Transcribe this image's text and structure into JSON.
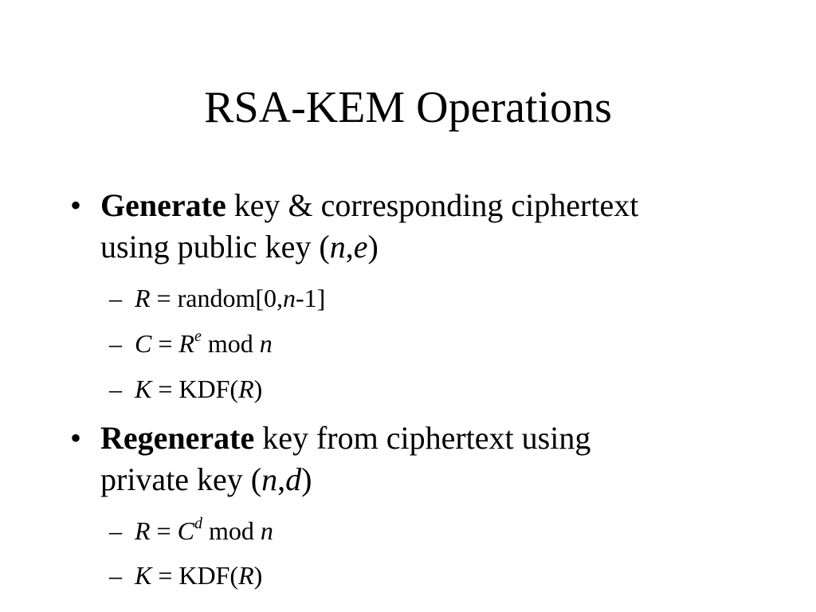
{
  "slide": {
    "title": "RSA-KEM Operations",
    "bullets": [
      {
        "mark": "•",
        "keyword": "Generate",
        "rest_line1": " key & corresponding ciphertext",
        "line2_prefix": "using public key (",
        "var1": "n",
        "sep": ",",
        "var2": "e",
        "line2_suffix": ")",
        "subitems": [
          {
            "dash": "–",
            "lhs": "R",
            "eq": " = random[0,",
            "var": "n",
            "tail": "-1]"
          },
          {
            "dash": "–",
            "lhs": "C",
            "eq": " = ",
            "base": "R",
            "exp": "e",
            "tail": " mod ",
            "var": "n"
          },
          {
            "dash": "–",
            "lhs": "K",
            "eq": " = KDF(",
            "var": "R",
            "tail": ")"
          }
        ]
      },
      {
        "mark": "•",
        "keyword": "Regenerate",
        "rest_line1": " key from ciphertext using",
        "line2_prefix": "private key (",
        "var1": "n",
        "sep": ",",
        "var2": "d",
        "line2_suffix": ")",
        "subitems": [
          {
            "dash": "–",
            "lhs": "R",
            "eq": " = ",
            "base": "C",
            "exp": "d",
            "tail": " mod ",
            "var": "n"
          },
          {
            "dash": "–",
            "lhs": "K",
            "eq": " = KDF(",
            "var": "R",
            "tail": ")"
          }
        ]
      }
    ]
  }
}
